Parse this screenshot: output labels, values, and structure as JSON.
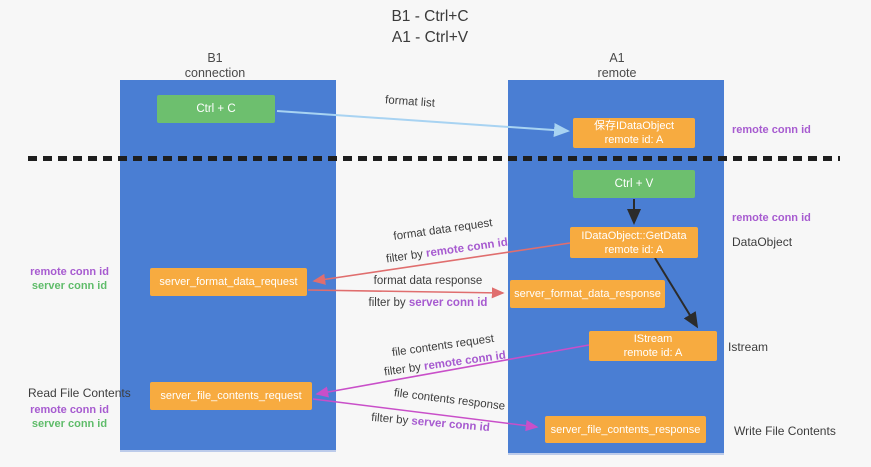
{
  "title": {
    "line1": "B1 - Ctrl+C",
    "line2": "A1 - Ctrl+V"
  },
  "lanes": {
    "left": {
      "name": "B1",
      "role": "connection"
    },
    "right": {
      "name": "A1",
      "role": "remote"
    }
  },
  "boxes": {
    "ctrl_c": {
      "label": "Ctrl + C"
    },
    "ctrl_v": {
      "label": "Ctrl + V"
    },
    "save_dataobject": {
      "line1": "保存IDataObject",
      "line2": "remote id: A"
    },
    "getdata": {
      "line1": "IDataObject::GetData",
      "line2": "remote id: A"
    },
    "istream": {
      "line1": "IStream",
      "line2": "remote id: A"
    },
    "server_format_data_request": {
      "label": "server_format_data_request"
    },
    "server_format_data_response": {
      "label": "server_format_data_response"
    },
    "server_file_contents_request": {
      "label": "server_file_contents_request"
    },
    "server_file_contents_response": {
      "label": "server_file_contents_response"
    }
  },
  "arrows": {
    "format_list": {
      "label": "format list"
    },
    "format_data_request": {
      "label": "format data request",
      "filter_prefix": "filter by ",
      "filter_key": "remote conn id"
    },
    "format_data_response": {
      "label": "format data response",
      "filter_prefix": "filter by ",
      "filter_key": "server conn id"
    },
    "file_contents_request": {
      "label": "file contents request",
      "filter_prefix": "filter by ",
      "filter_key": "remote conn id"
    },
    "file_contents_response": {
      "label": "file contents response",
      "filter_prefix": "filter by ",
      "filter_key": "server conn id"
    }
  },
  "side_labels": {
    "right_top_remote_conn_id": "remote conn id",
    "right_mid_remote_conn_id": "remote conn id",
    "right_dataobject": "DataObject",
    "right_istream": "Istream",
    "right_write_file_contents": "Write File Contents",
    "left_remote_conn_id": "remote conn id",
    "left_server_conn_id": "server conn id",
    "left_read_file_contents": "Read File Contents",
    "left_bottom_remote_conn_id": "remote conn id",
    "left_bottom_server_conn_id": "server conn id"
  },
  "colors": {
    "lane_blue": "#4a7ed3",
    "box_orange": "#f7ab40",
    "box_green": "#6dbf6e",
    "purple_text": "#a75bd0",
    "green_text": "#5fbc6a",
    "red_arrow": "#e06e6e",
    "magenta_arrow": "#c94fc9",
    "light_blue_arrow": "#a8d3f2",
    "black_arrow": "#2b2b2b"
  }
}
